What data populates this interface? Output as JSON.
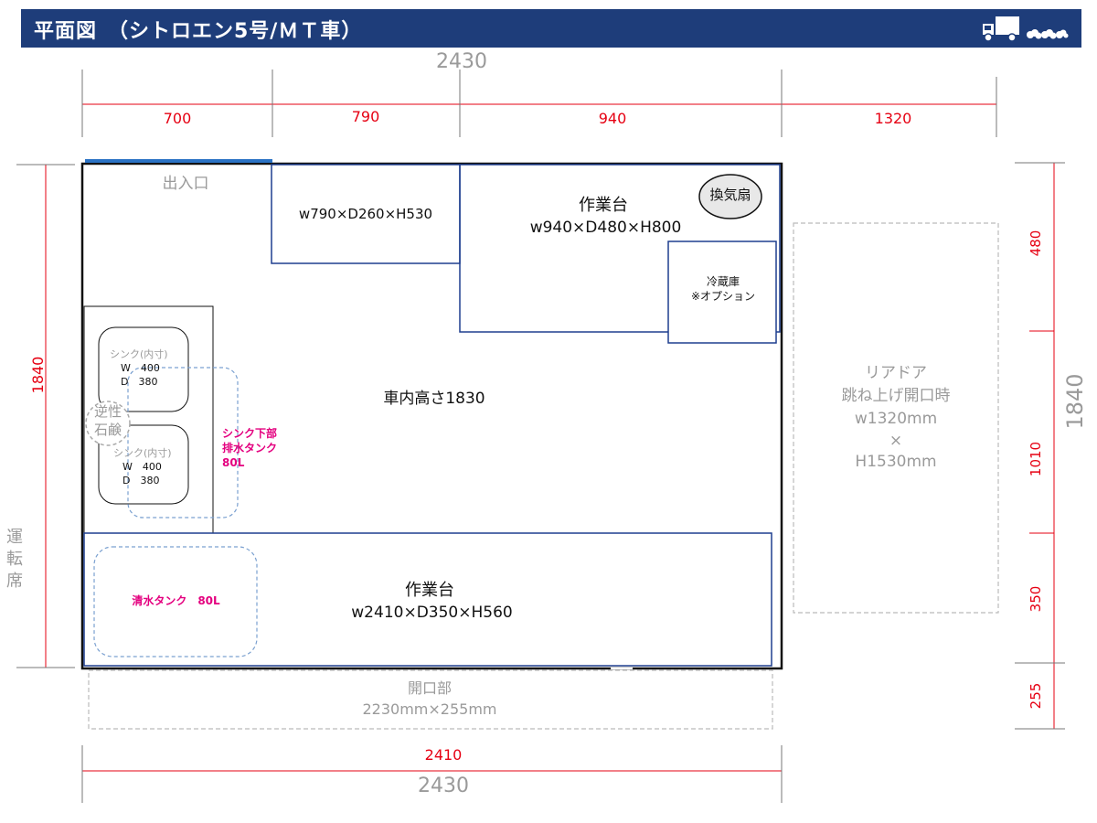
{
  "header": {
    "title": "平面図　（シトロエン5号/ＭＴ車）",
    "bg_color": "#1e3d7a",
    "icon": "truck-icon"
  },
  "dimensions": {
    "top_total": "2430",
    "top_segments": [
      "700",
      "790",
      "940",
      "1320"
    ],
    "bottom_inner": "2410",
    "bottom_total": "2430",
    "left_height": "1840",
    "right_total": "1840",
    "right_segments": [
      "480",
      "1010",
      "350",
      "255"
    ]
  },
  "labels": {
    "entrance": "出入口",
    "shelf": "w790×D260×H530",
    "workbench_top_title": "作業台",
    "workbench_top_size": "w940×D480×H800",
    "fan": "換気扇",
    "fridge_line1": "冷蔵庫",
    "fridge_line2": "※オプション",
    "sink1": [
      "シンク(内寸)",
      "W　400",
      "D　380"
    ],
    "sink2": [
      "シンク(内寸)",
      "W　400",
      "D　380"
    ],
    "soap": [
      "逆性",
      "石鹸"
    ],
    "drain_tank": [
      "シンク下部",
      "排水タンク",
      "80L"
    ],
    "interior_height": "車内高さ1830",
    "workbench_bottom_title": "作業台",
    "workbench_bottom_size": "w2410×D350×H560",
    "fresh_tank": "清水タンク　80L",
    "opening_title": "開口部",
    "opening_size": "2230mm×255mm",
    "rear_door": [
      "リアドア",
      "跳ね上げ開口時",
      "w1320mm",
      "×",
      "H1530mm"
    ],
    "driver_seat": [
      "運",
      "転",
      "席"
    ]
  },
  "colors": {
    "dimension_red": "#e60012",
    "furniture_blue": "#1f3f8f",
    "tank_pink": "#e4007f",
    "dashed_blue": "#7aa0d0",
    "gray_text": "#9a9a9a"
  }
}
